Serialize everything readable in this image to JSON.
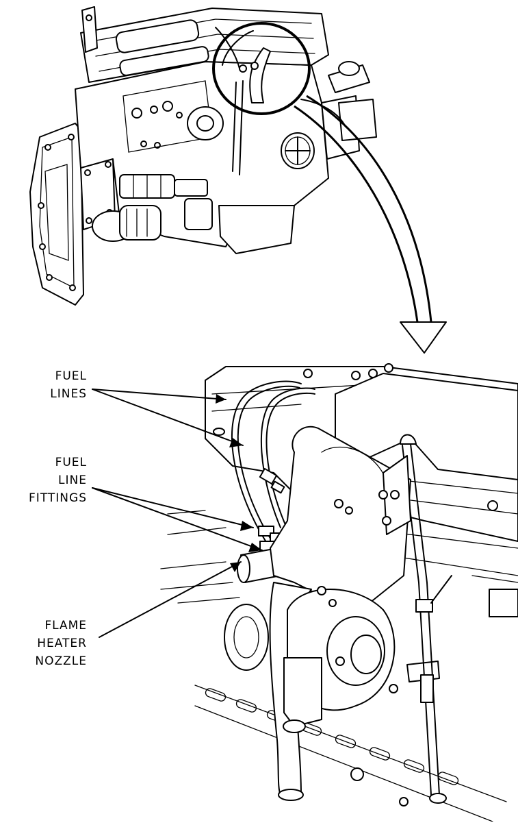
{
  "labels": {
    "fuel_lines": [
      "FUEL",
      "LINES"
    ],
    "fuel_line_fittings": [
      "FUEL",
      "LINE",
      "FITTINGS"
    ],
    "flame_heater_nozzle": [
      "FLAME",
      "HEATER",
      "NOZZLE"
    ]
  },
  "colors": {
    "ink": "#000000",
    "paper": "#ffffff"
  }
}
